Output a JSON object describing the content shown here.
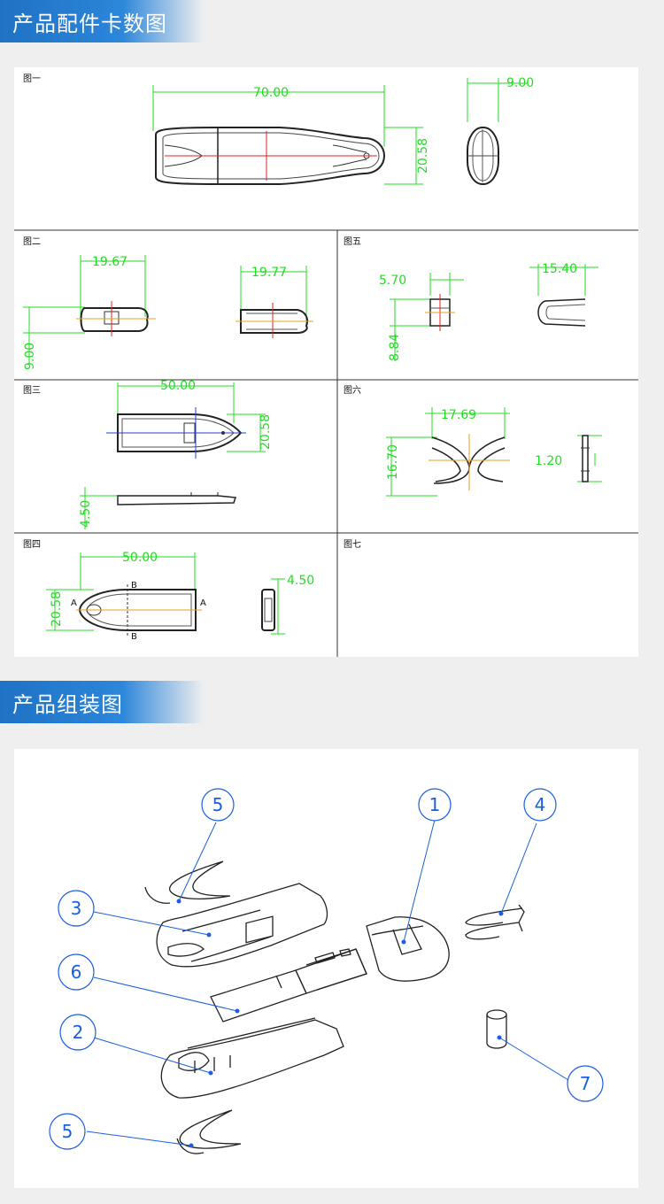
{
  "sections": [
    {
      "title": "产品配件卡数图"
    },
    {
      "title": "产品组装图"
    }
  ],
  "drawing": {
    "panels": [
      {
        "label": "图一",
        "dims": [
          "70.00",
          "9.00",
          "20.58"
        ]
      },
      {
        "label": "图二",
        "dims": [
          "19.67",
          "19.77",
          "9.00"
        ]
      },
      {
        "label": "图三",
        "dims": [
          "50.00",
          "20.58",
          "4.50"
        ]
      },
      {
        "label": "图四",
        "dims": [
          "50.00",
          "4.50",
          "20.58"
        ]
      },
      {
        "label": "图五",
        "dims": [
          "5.70",
          "15.40",
          "8.84"
        ]
      },
      {
        "label": "图六",
        "dims": [
          "17.69",
          "16.70",
          "1.20"
        ]
      },
      {
        "label": "图七",
        "dims": []
      }
    ],
    "section_marks": [
      "A",
      "A",
      "B",
      "B"
    ]
  },
  "assembly": {
    "callouts": [
      "5",
      "1",
      "4",
      "3",
      "6",
      "2",
      "7",
      "5"
    ]
  },
  "colors": {
    "banner": "#2c86da",
    "dimension": "#22dd22",
    "centerline": "#e02020",
    "callout": "#1a5fe0"
  }
}
